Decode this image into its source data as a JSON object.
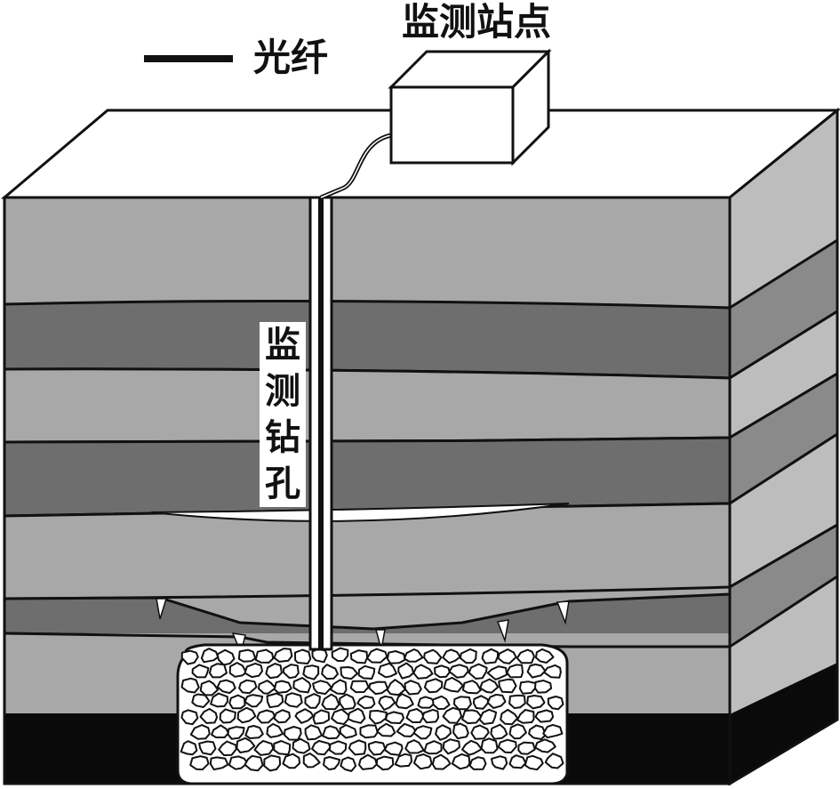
{
  "labels": {
    "legend_fiber": "光纤",
    "monitoring_station": "监测站点",
    "monitoring_borehole": [
      "监",
      "测",
      "钻",
      "孔"
    ]
  },
  "colors": {
    "light_layer": "#a8a8a8",
    "dark_layer": "#6e6e6e",
    "top_surface": "#ffffff",
    "side_light": "#bdbdbd",
    "side_dark": "#8a8a8a",
    "bedrock": "#0a0a0a",
    "outline": "#111111",
    "rubble": "#ffffff"
  },
  "icons": {
    "legend_line": "fiber-legend-line",
    "station_box": "monitoring-station-box"
  }
}
